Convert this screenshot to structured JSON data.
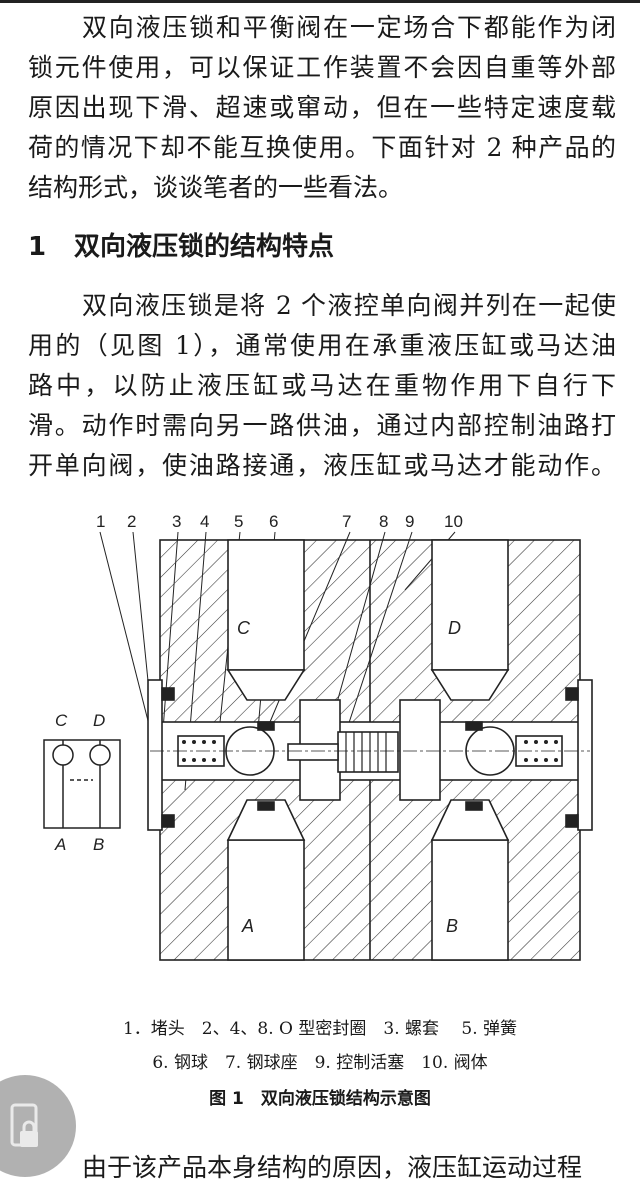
{
  "paragraph1": [
    "双向液压锁和平衡阀在一定场合下都能作为闭",
    "锁元件使用，可以保证工作装置不会因自重等外部",
    "原因出现下滑、超速或窜动，但在一些特定速度载",
    "荷的情况下却不能互换使用。下面针对 2 种产品的",
    "结构形式，谈谈笔者的一些看法。"
  ],
  "section": {
    "number": "1",
    "title": "双向液压锁的结构特点"
  },
  "paragraph2": [
    "双向液压锁是将 2 个液控单向阀并列在一起使",
    "用的（见图 1），通常使用在承重液压缸或马达油",
    "路中，以防止液压缸或马达在重物作用下自行下",
    "滑。动作时需向另一路供油，通过内部控制油路打",
    "开单向阀，使油路接通，液压缸或马达才能动作。"
  ],
  "figure": {
    "part_numbers": [
      "1",
      "2",
      "3",
      "4",
      "5",
      "6",
      "7",
      "8",
      "9",
      "10"
    ],
    "port_labels": {
      "C": "C",
      "D": "D",
      "A": "A",
      "B": "B"
    },
    "legend_line1": "1．堵头　2、4、8. O 型密封圈　3. 螺套　 5. 弹簧",
    "legend_line2": "6. 钢球　7. 钢球座　9. 控制活塞　10. 阀体",
    "title": "图 1　双向液压锁结构示意图"
  },
  "paragraph3": [
    "由于该产品本身结构的原因，液压缸运动过程"
  ],
  "colors": {
    "text": "#1a1a1a",
    "lock_button": "#a9a9a9"
  }
}
